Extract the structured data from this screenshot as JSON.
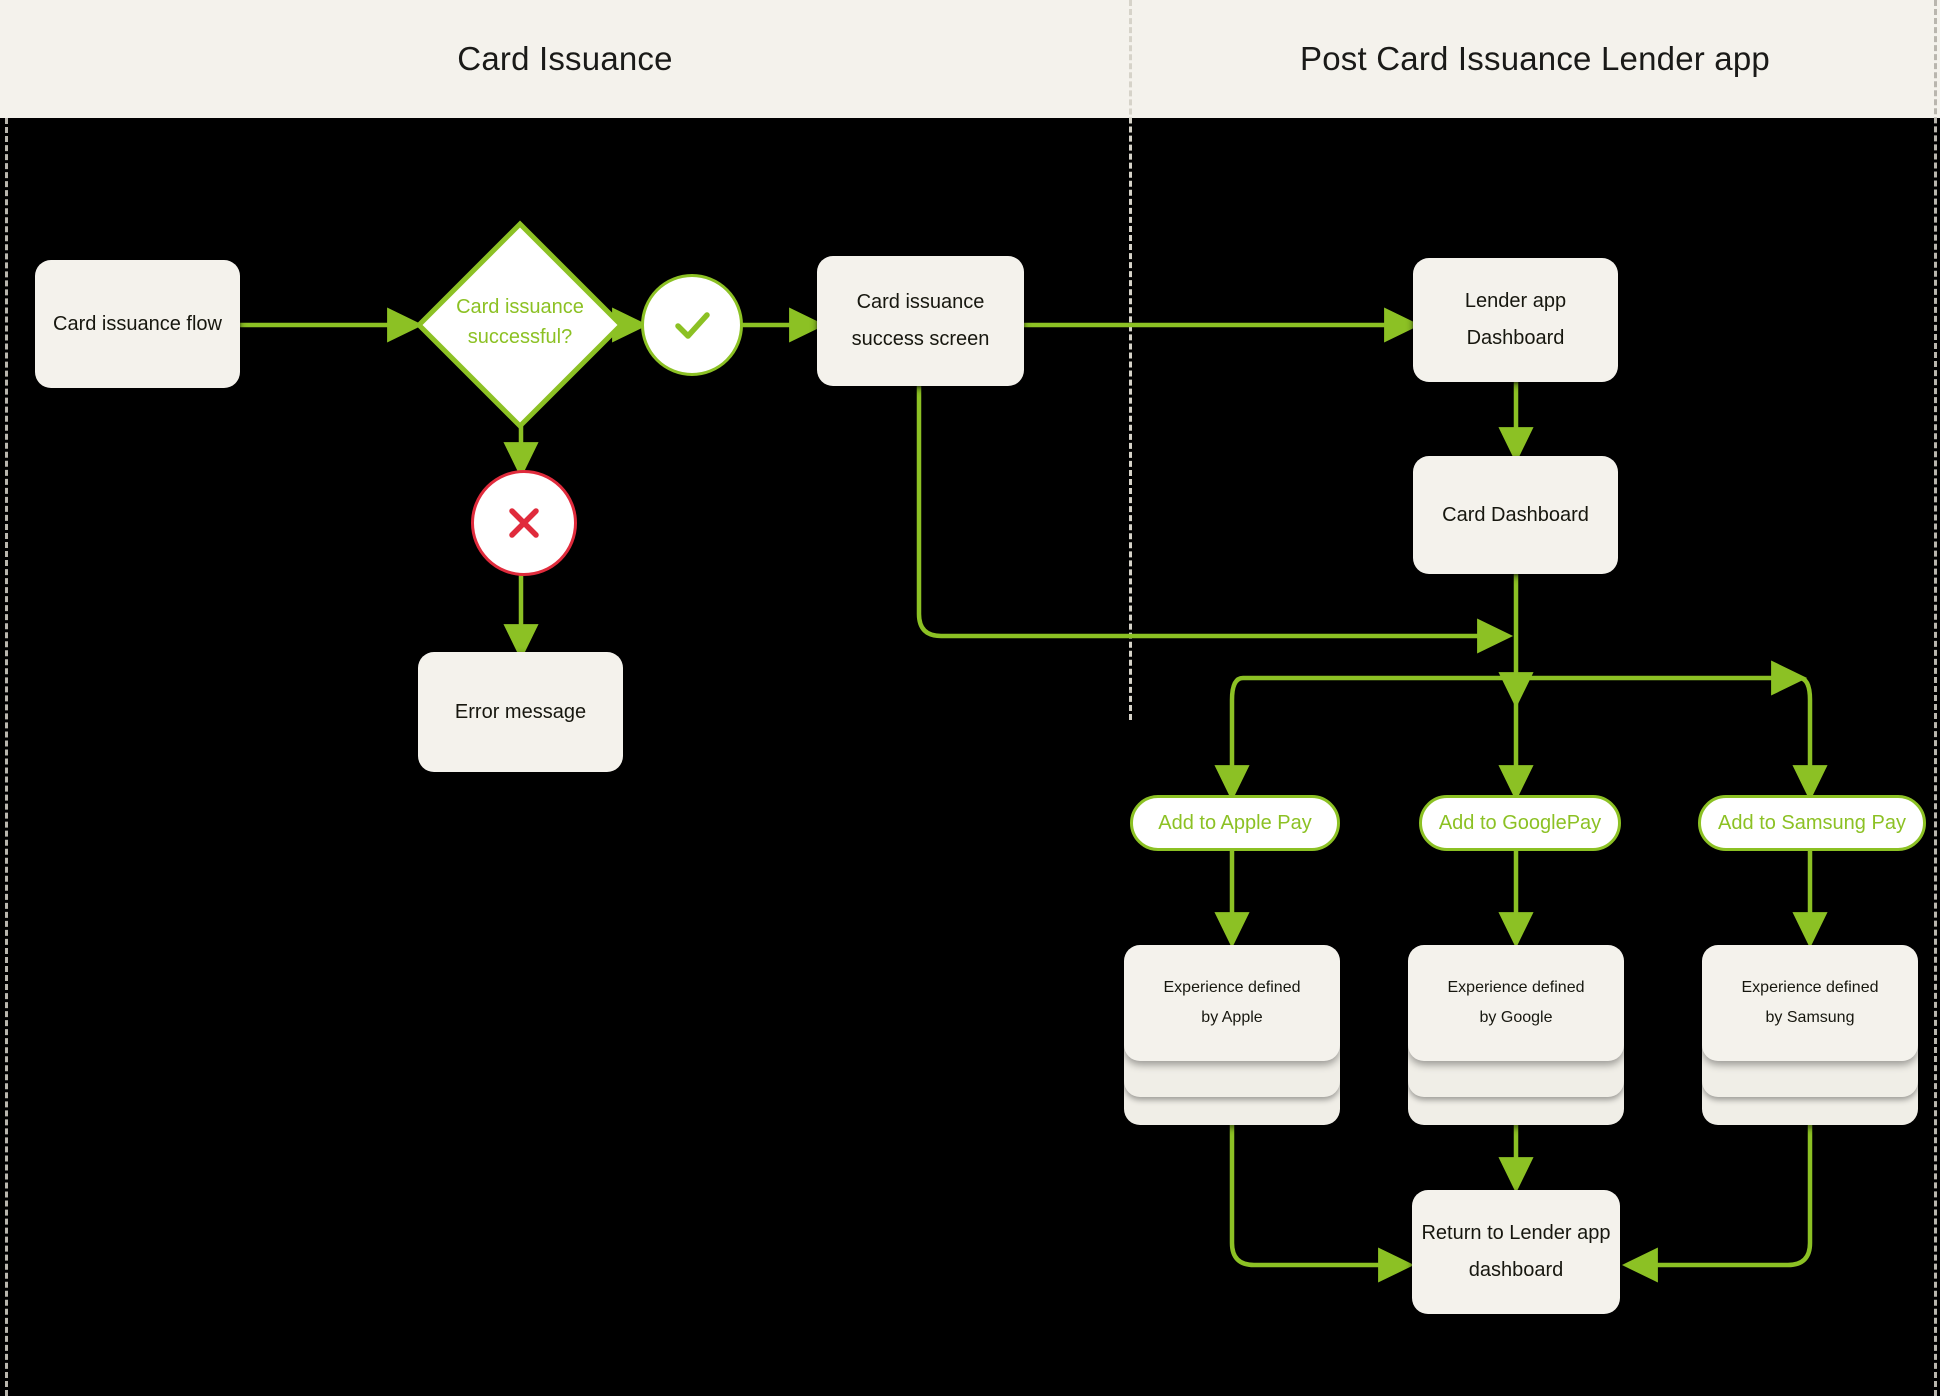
{
  "lanes": [
    {
      "id": "card-issuance",
      "title": "Card Issuance"
    },
    {
      "id": "post-card-issuance",
      "title": "Post Card Issuance Lender app"
    }
  ],
  "colors": {
    "accent_green": "#8cc124",
    "error_red": "#e02b3c",
    "node_bg": "#f4f2ec",
    "lane_bg": "#f4f2ec",
    "canvas_bg": "#000000",
    "text_dark": "#17170f"
  },
  "nodes": {
    "card_issuance_flow": {
      "label": "Card issuance flow",
      "type": "process"
    },
    "decision": {
      "label_line1": "Card issuance",
      "label_line2": "successful?",
      "type": "decision"
    },
    "success_badge": {
      "icon": "check-icon",
      "type": "status"
    },
    "error_badge": {
      "icon": "cross-icon",
      "type": "status"
    },
    "success_screen": {
      "label_line1": "Card issuance",
      "label_line2": "success screen",
      "type": "process"
    },
    "error_message": {
      "label": "Error message",
      "type": "process"
    },
    "lender_dashboard": {
      "label_line1": "Lender app",
      "label_line2": "Dashboard",
      "type": "process"
    },
    "card_dashboard": {
      "label": "Card Dashboard",
      "type": "process"
    },
    "apple_pay": {
      "label": "Add to Apple Pay",
      "type": "action-pill"
    },
    "google_pay": {
      "label": "Add to GooglePay",
      "type": "action-pill"
    },
    "samsung_pay": {
      "label": "Add to Samsung Pay",
      "type": "action-pill"
    },
    "apple_exp": {
      "label_line1": "Experience defined",
      "label_line2": "by Apple",
      "type": "stacked-process"
    },
    "google_exp": {
      "label_line1": "Experience defined",
      "label_line2": "by Google",
      "type": "stacked-process"
    },
    "samsung_exp": {
      "label_line1": "Experience defined",
      "label_line2": "by Samsung",
      "type": "stacked-process"
    },
    "return_dashboard": {
      "label_line1": "Return to Lender app",
      "label_line2": "dashboard",
      "type": "process"
    }
  },
  "edges": [
    {
      "from": "card_issuance_flow",
      "to": "decision"
    },
    {
      "from": "decision",
      "to": "success_badge"
    },
    {
      "from": "success_badge",
      "to": "success_screen"
    },
    {
      "from": "decision",
      "to": "error_badge"
    },
    {
      "from": "error_badge",
      "to": "error_message"
    },
    {
      "from": "success_screen",
      "to": "lender_dashboard"
    },
    {
      "from": "success_screen",
      "to": "card_dashboard_join"
    },
    {
      "from": "lender_dashboard",
      "to": "card_dashboard"
    },
    {
      "from": "card_dashboard",
      "to": "apple_pay"
    },
    {
      "from": "card_dashboard",
      "to": "google_pay"
    },
    {
      "from": "card_dashboard",
      "to": "samsung_pay"
    },
    {
      "from": "apple_pay",
      "to": "apple_exp"
    },
    {
      "from": "google_pay",
      "to": "google_exp"
    },
    {
      "from": "samsung_pay",
      "to": "samsung_exp"
    },
    {
      "from": "apple_exp",
      "to": "return_dashboard"
    },
    {
      "from": "google_exp",
      "to": "return_dashboard"
    },
    {
      "from": "samsung_exp",
      "to": "return_dashboard"
    }
  ]
}
